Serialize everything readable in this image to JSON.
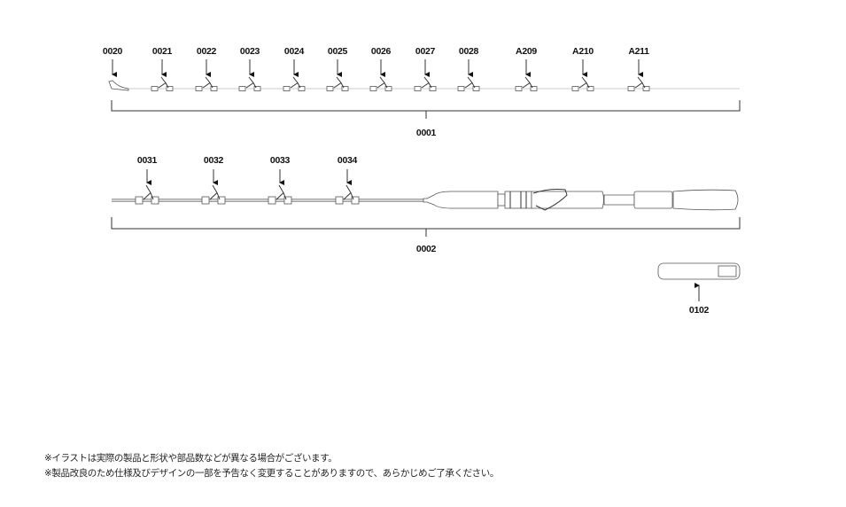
{
  "diagram": {
    "section1": {
      "guide_labels": [
        "0020",
        "0021",
        "0022",
        "0023",
        "0024",
        "0025",
        "0026",
        "0027",
        "0028",
        "A209",
        "A210",
        "A211"
      ],
      "assembly_label": "0001"
    },
    "section2": {
      "guide_labels": [
        "0031",
        "0032",
        "0033",
        "0034"
      ],
      "assembly_label": "0002"
    },
    "accessory": {
      "label": "0102"
    }
  },
  "notes": [
    "※イラストは実際の製品と形状や部品数などが異なる場合がございます。",
    "※製品改良のため仕様及びデザインの一部を予告なく変更することがありますので、あらかじめご了承ください。"
  ]
}
